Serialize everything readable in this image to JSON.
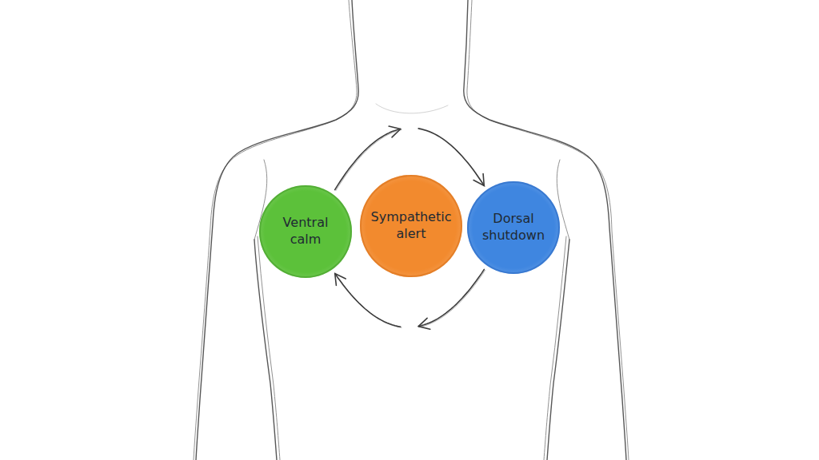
{
  "diagram": {
    "nodes": [
      {
        "text": [
          "Ventral calm"
        ]
      },
      {
        "text": [
          "Sympathetic alert"
        ]
      },
      {
        "text": [
          "Dorsal shutdown"
        ]
      }
    ],
    "edges": [
      {
        "from": 0,
        "to": 2,
        "arrow": "to"
      },
      {
        "from": 2,
        "to": 0,
        "arrow": "to"
      }
    ]
  }
}
